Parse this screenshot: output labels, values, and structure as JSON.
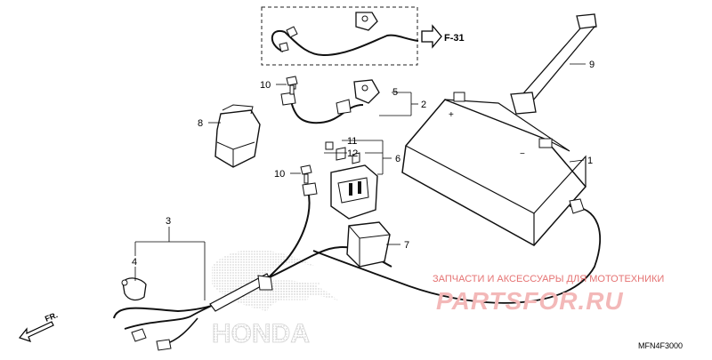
{
  "diagram": {
    "callouts": [
      {
        "id": "c1",
        "text": "1"
      },
      {
        "id": "c2",
        "text": "2"
      },
      {
        "id": "c3",
        "text": "3"
      },
      {
        "id": "c4",
        "text": "4"
      },
      {
        "id": "c5",
        "text": "5"
      },
      {
        "id": "c6",
        "text": "6"
      },
      {
        "id": "c7",
        "text": "7"
      },
      {
        "id": "c8",
        "text": "8"
      },
      {
        "id": "c9",
        "text": "9"
      },
      {
        "id": "c10a",
        "text": "10"
      },
      {
        "id": "c10b",
        "text": "10"
      },
      {
        "id": "c11",
        "text": "11"
      },
      {
        "id": "c12",
        "text": "12"
      }
    ],
    "reference_figure": "F-31",
    "direction_label": "FR.",
    "diagram_code": "MFN4F3000"
  },
  "watermark": {
    "tagline": "ЗАПЧАСТИ И АКСЕССУАРЫ ДЛЯ МОТОТЕХНИКИ",
    "brand": "PARTSFOR.RU",
    "logo_text": "HONDA",
    "colors": {
      "brand": "#e8a0a0",
      "tagline": "#e57373",
      "logo": "#cfcfcf"
    }
  }
}
